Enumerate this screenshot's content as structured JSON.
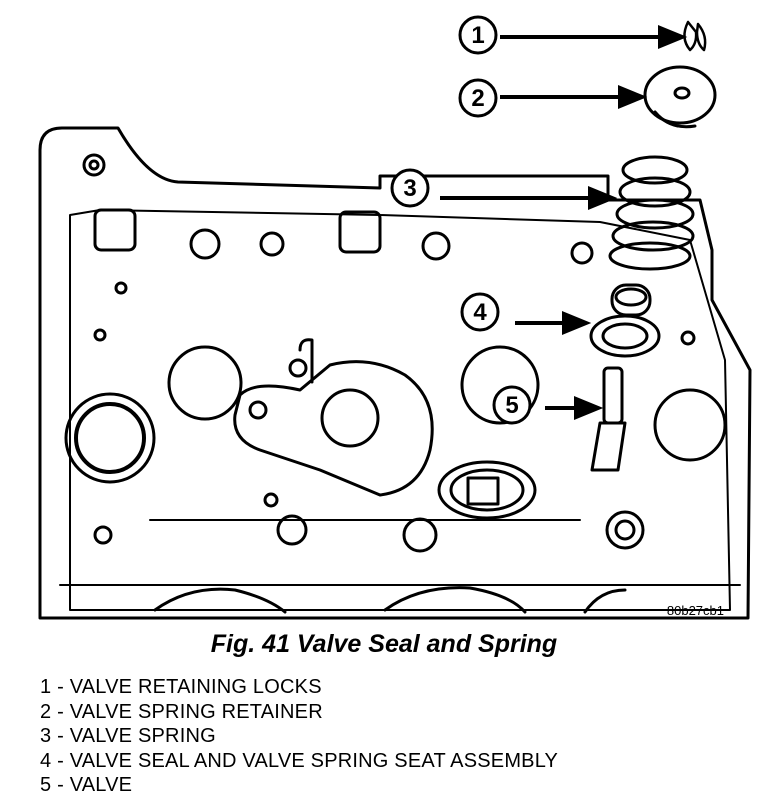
{
  "figure": {
    "code": "80b27cb1",
    "caption": "Fig. 41 Valve Seal and Spring"
  },
  "callouts": [
    "1",
    "2",
    "3",
    "4",
    "5"
  ],
  "legend": [
    "1 - VALVE RETAINING LOCKS",
    "2 - VALVE SPRING RETAINER",
    "3 - VALVE SPRING",
    "4 - VALVE SEAL AND VALVE SPRING SEAT ASSEMBLY",
    "5 - VALVE"
  ]
}
